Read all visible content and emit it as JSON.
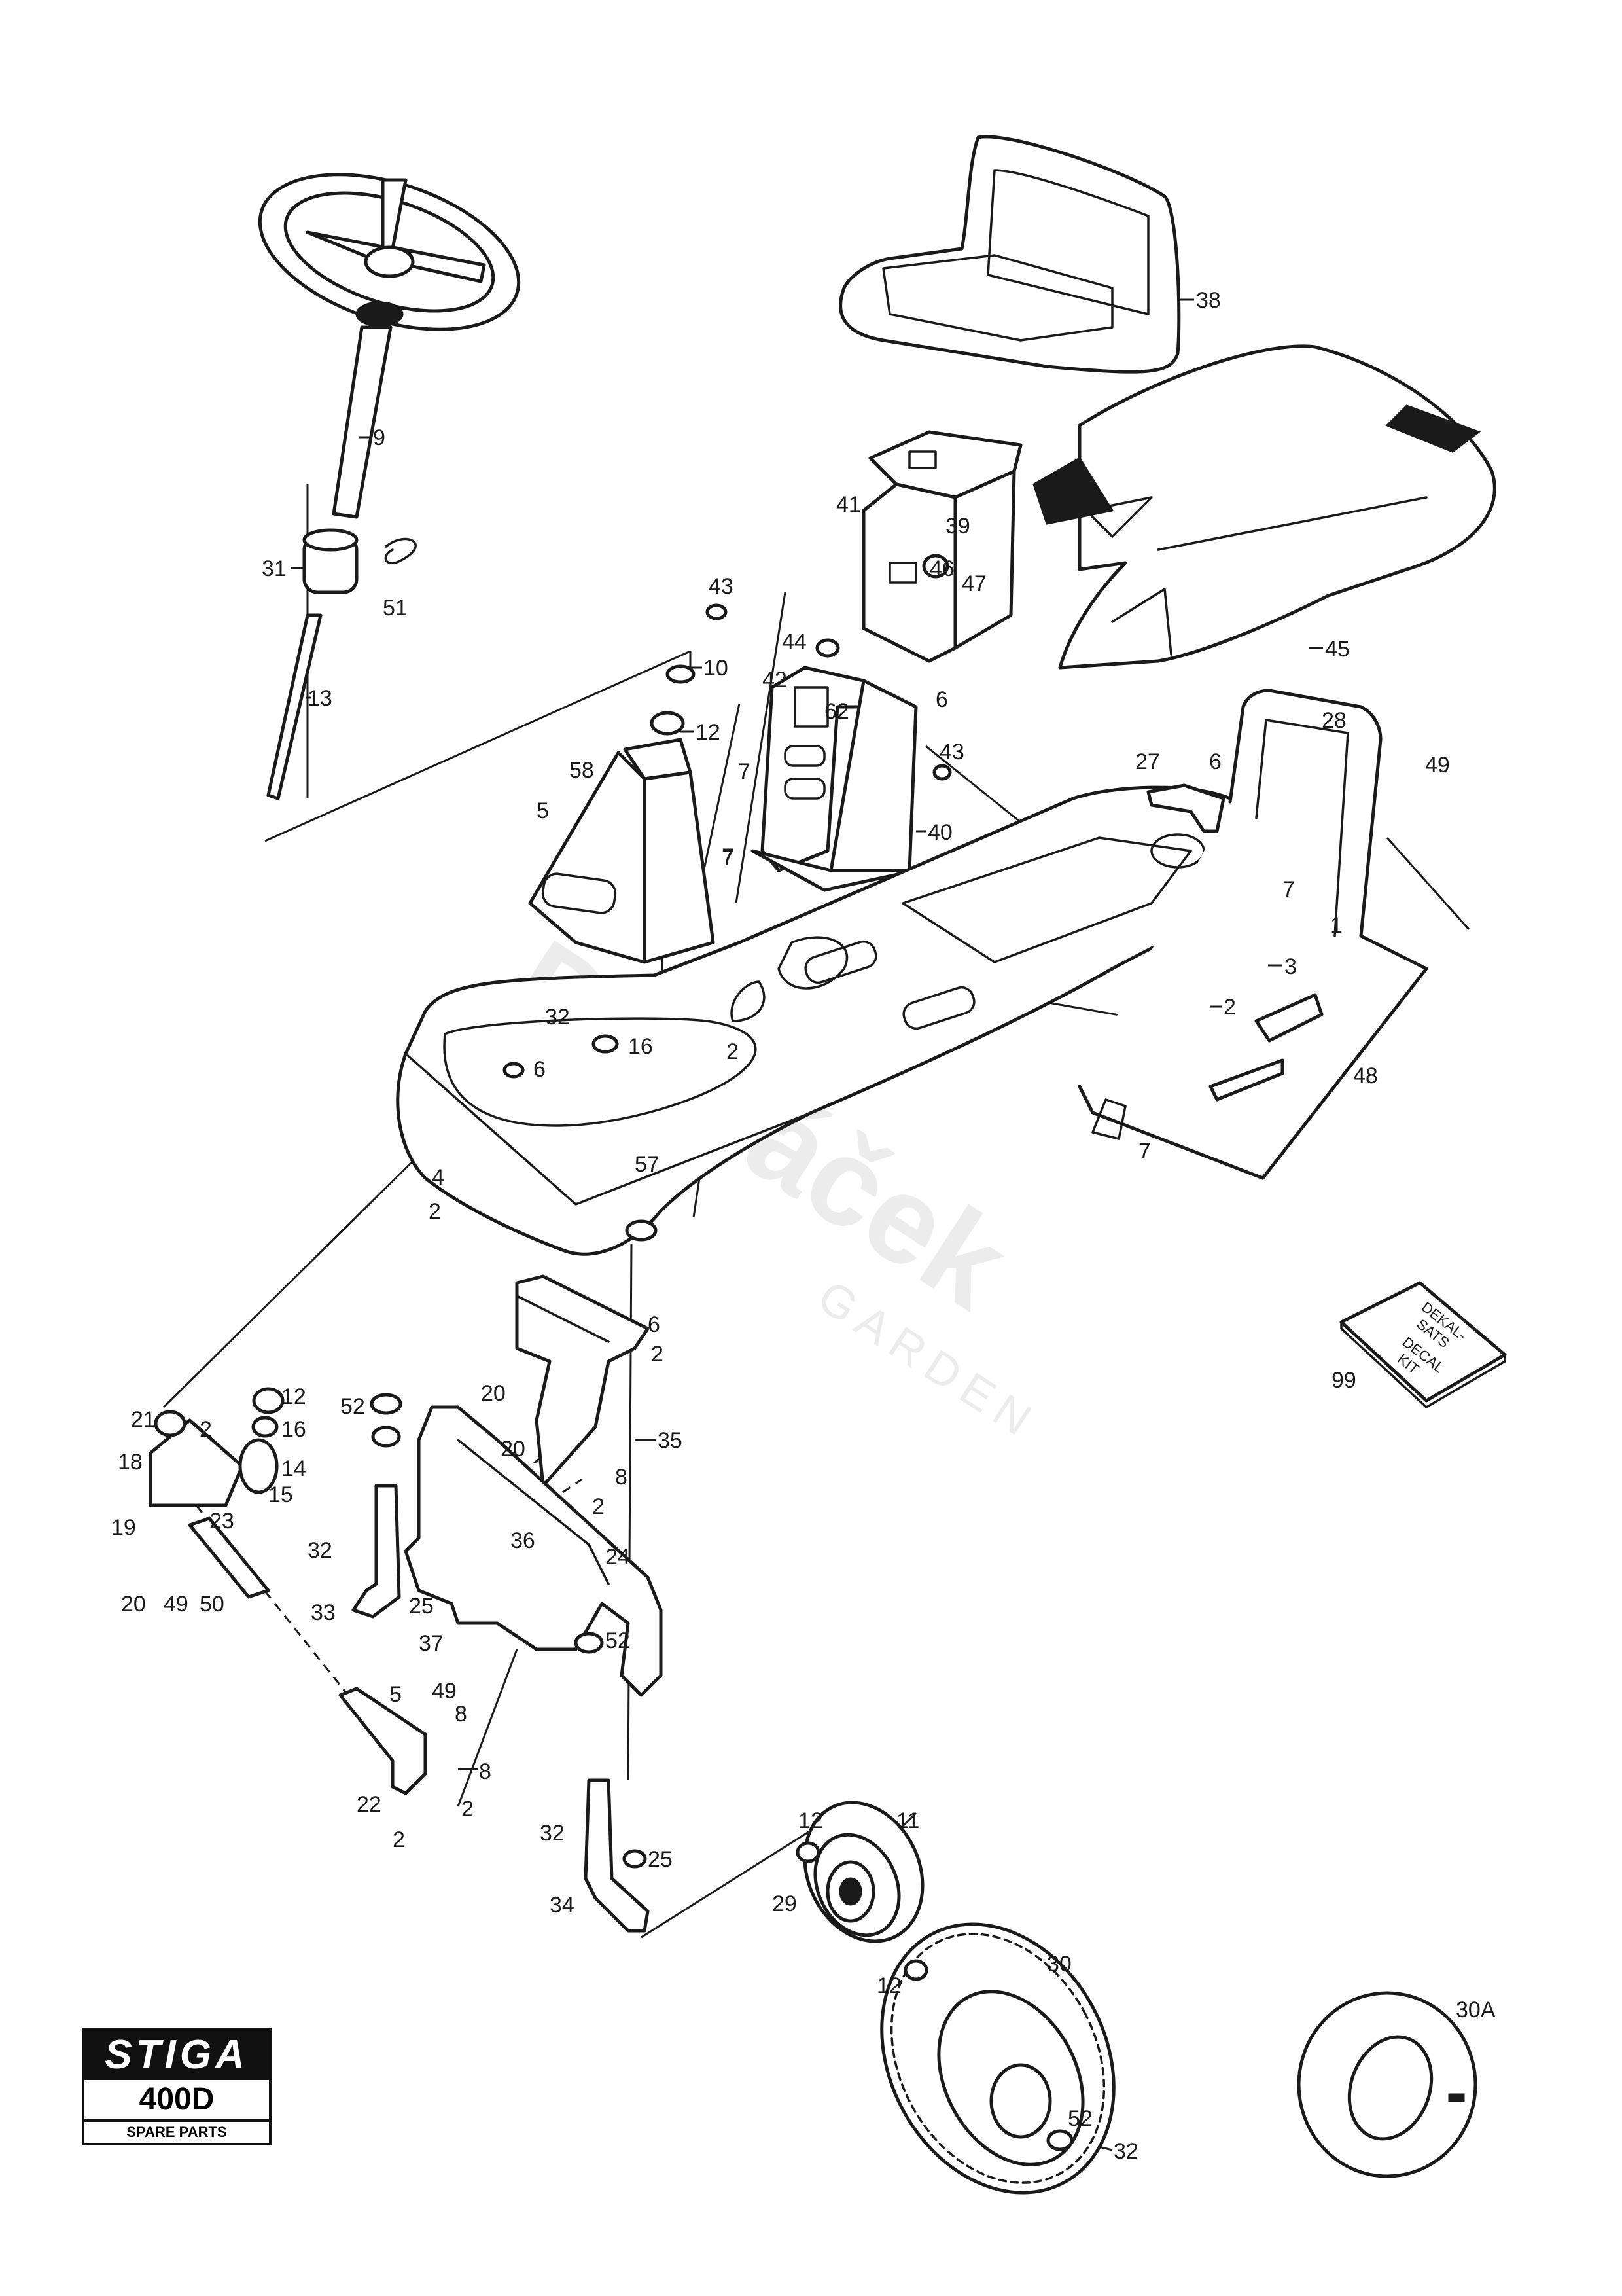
{
  "watermark": {
    "brand": "Dvořáček",
    "sub": "GARDEN"
  },
  "logo": {
    "brand": "STIGA",
    "model": "400D",
    "subtitle": "SPARE PARTS"
  },
  "decal_kit": {
    "line1": "DEKAL-",
    "line2": "SATS",
    "line3": "DECAL",
    "line4": "KIT"
  },
  "callouts": [
    {
      "text": "38"
    },
    {
      "text": "9"
    },
    {
      "text": "31"
    },
    {
      "text": "51"
    },
    {
      "text": "13"
    },
    {
      "text": "10"
    },
    {
      "text": "12"
    },
    {
      "text": "58"
    },
    {
      "text": "5"
    },
    {
      "text": "7"
    },
    {
      "text": "41"
    },
    {
      "text": "39"
    },
    {
      "text": "46"
    },
    {
      "text": "47"
    },
    {
      "text": "43"
    },
    {
      "text": "44"
    },
    {
      "text": "42"
    },
    {
      "text": "45"
    },
    {
      "text": "6"
    },
    {
      "text": "62"
    },
    {
      "text": "7"
    },
    {
      "text": "43"
    },
    {
      "text": "40"
    },
    {
      "text": "7"
    },
    {
      "text": "28"
    },
    {
      "text": "27"
    },
    {
      "text": "6"
    },
    {
      "text": "49"
    },
    {
      "text": "7"
    },
    {
      "text": "1"
    },
    {
      "text": "3"
    },
    {
      "text": "2"
    },
    {
      "text": "48"
    },
    {
      "text": "32"
    },
    {
      "text": "16"
    },
    {
      "text": "6"
    },
    {
      "text": "2"
    },
    {
      "text": "4"
    },
    {
      "text": "2"
    },
    {
      "text": "57"
    },
    {
      "text": "7"
    },
    {
      "text": "99"
    },
    {
      "text": "6"
    },
    {
      "text": "2"
    },
    {
      "text": "12"
    },
    {
      "text": "21"
    },
    {
      "text": "2"
    },
    {
      "text": "16"
    },
    {
      "text": "18"
    },
    {
      "text": "14"
    },
    {
      "text": "15"
    },
    {
      "text": "23"
    },
    {
      "text": "19"
    },
    {
      "text": "20"
    },
    {
      "text": "49"
    },
    {
      "text": "50"
    },
    {
      "text": "52"
    },
    {
      "text": "20"
    },
    {
      "text": "20"
    },
    {
      "text": "35"
    },
    {
      "text": "8"
    },
    {
      "text": "2"
    },
    {
      "text": "32"
    },
    {
      "text": "36"
    },
    {
      "text": "24"
    },
    {
      "text": "33"
    },
    {
      "text": "25"
    },
    {
      "text": "37"
    },
    {
      "text": "52"
    },
    {
      "text": "5"
    },
    {
      "text": "49"
    },
    {
      "text": "8"
    },
    {
      "text": "8"
    },
    {
      "text": "22"
    },
    {
      "text": "2"
    },
    {
      "text": "2"
    },
    {
      "text": "32"
    },
    {
      "text": "25"
    },
    {
      "text": "34"
    },
    {
      "text": "12"
    },
    {
      "text": "11"
    },
    {
      "text": "29"
    },
    {
      "text": "12"
    },
    {
      "text": "30"
    },
    {
      "text": "52"
    },
    {
      "text": "32"
    },
    {
      "text": "30A"
    }
  ]
}
